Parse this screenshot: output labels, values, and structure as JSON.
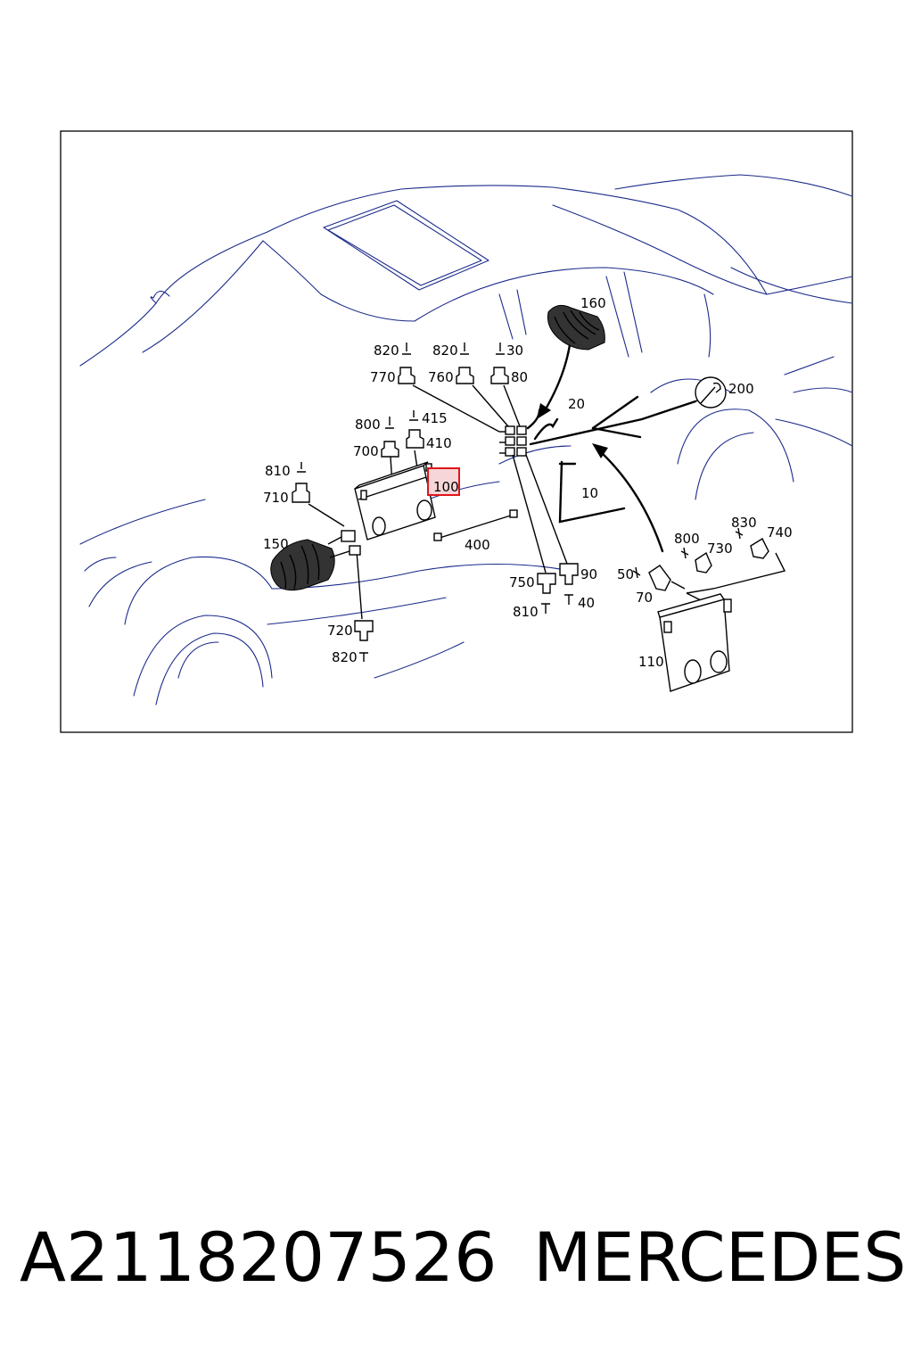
{
  "labels": {
    "l10": "10",
    "l20": "20",
    "l30": "30",
    "l40": "40",
    "l50": "50",
    "l70": "70",
    "l80": "80",
    "l90": "90",
    "l100": "100",
    "l110": "110",
    "l150": "150",
    "l160": "160",
    "l200": "200",
    "l400": "400",
    "l410": "410",
    "l415": "415",
    "l700": "700",
    "l710": "710",
    "l720": "720",
    "l730": "730",
    "l740": "740",
    "l750": "750",
    "l760": "760",
    "l770": "770",
    "l800a": "800",
    "l800b": "800",
    "l810a": "810",
    "l810b": "810",
    "l820a": "820",
    "l820b": "820",
    "l820c": "820",
    "l830": "830"
  },
  "highlight": {
    "label": "100",
    "color": "#e0151b"
  },
  "colors": {
    "car_outline": "#1b2a8a",
    "parts": "#000000"
  },
  "footer": {
    "part_number": "A2118207526",
    "brand": "MERCEDES"
  }
}
